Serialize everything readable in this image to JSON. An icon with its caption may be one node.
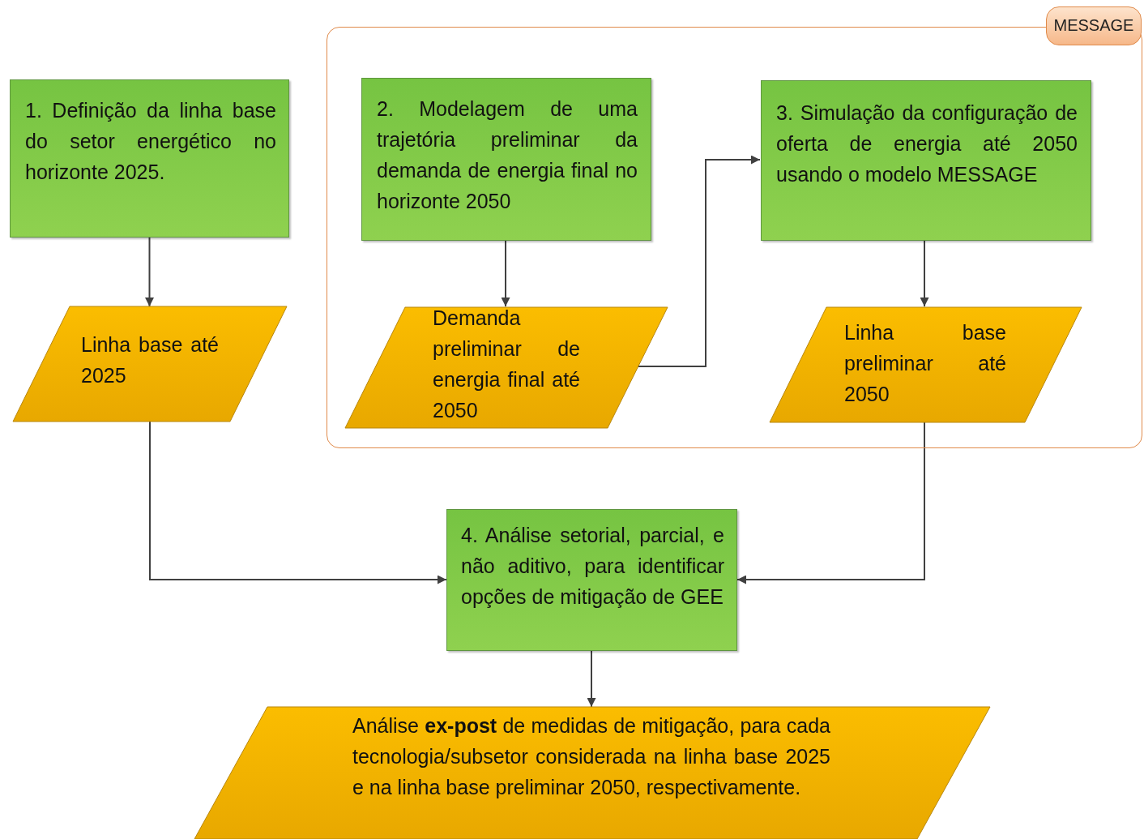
{
  "diagram": {
    "nodes": [
      {
        "text": [
          "MESSAGE"
        ]
      },
      {
        "text": [
          "1. Definição da linha base do setor energético no horizonte 2025."
        ]
      },
      {
        "text": [
          "Linha base até 2025"
        ]
      },
      {
        "text": [
          "2. Modelagem de uma trajetória preliminar da demanda de energia final no horizonte 2050"
        ],
        "in": 0
      },
      {
        "text": [
          "Demanda preliminar de energia final até 2050"
        ],
        "in": 0
      },
      {
        "text": [
          "3. Simulação da configuração de oferta de energia até 2050 usando o modelo MESSAGE"
        ],
        "in": 0
      },
      {
        "text": [
          "Linha base preliminar até 2050"
        ],
        "in": 0
      },
      {
        "text": [
          "4. Análise setorial, parcial, e não aditivo, para identificar opções de mitigação de GEE"
        ]
      },
      {
        "text": [
          "Análise **ex-post** de medidas de mitigação, para cada tecnologia/subsetor considerada na linha base 2025 e na linha base preliminar 2050, respectivamente."
        ]
      }
    ],
    "edges": [
      {
        "from": 1,
        "to": 2,
        "arrow": "to"
      },
      {
        "from": 3,
        "to": 4,
        "arrow": "to"
      },
      {
        "from": 4,
        "to": 5,
        "arrow": "to"
      },
      {
        "from": 5,
        "to": 6,
        "arrow": "to"
      },
      {
        "from": 2,
        "to": 7,
        "arrow": "to"
      },
      {
        "from": 6,
        "to": 7,
        "arrow": "to"
      },
      {
        "from": 7,
        "to": 8,
        "arrow": "to"
      }
    ]
  }
}
